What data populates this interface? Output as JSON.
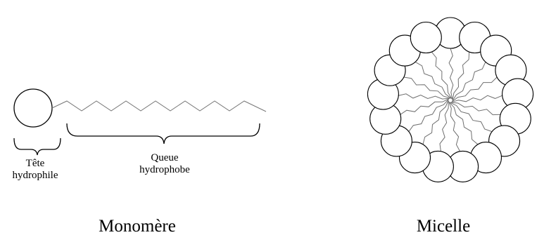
{
  "monomer": {
    "title": "Monomère",
    "head_label_line1": "Tête",
    "head_label_line2": "hydrophile",
    "tail_label_line1": "Queue",
    "tail_label_line2": "hydrophobe"
  },
  "micelle": {
    "title": "Micelle",
    "head_count": 17
  },
  "colors": {
    "ink": "#000000",
    "line": "#6f6f6f",
    "background": "#ffffff"
  }
}
